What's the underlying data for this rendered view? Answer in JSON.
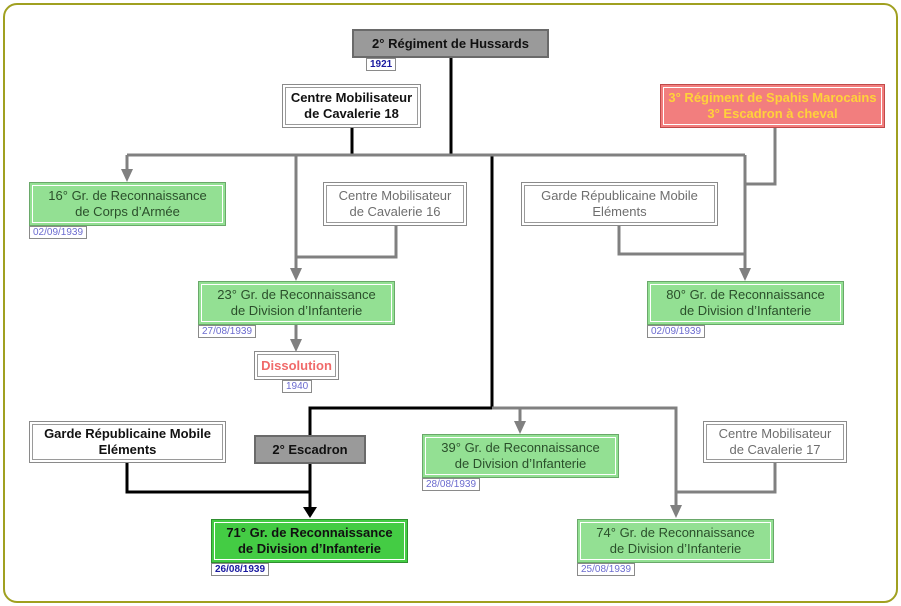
{
  "nodes": {
    "hussards": "2° Régiment de Hussards",
    "cmc18": [
      "Centre Mobilisateur",
      "de Cavalerie 18"
    ],
    "spahis": [
      "3° Régiment de Spahis Marocains",
      "3° Escadron à cheval"
    ],
    "gr16": [
      "16° Gr. de Reconnaissance",
      "de Corps d’Armée"
    ],
    "cmc16": [
      "Centre Mobilisateur",
      "de Cavalerie 16"
    ],
    "grm_a": [
      "Garde Républicaine Mobile",
      "Eléments"
    ],
    "gr23": [
      "23° Gr. de Reconnaissance",
      "de Division d’Infanterie"
    ],
    "gr80": [
      "80° Gr. de Reconnaissance",
      "de Division d’Infanterie"
    ],
    "dissolution": "Dissolution",
    "grm_b": [
      "Garde Républicaine Mobile",
      "Eléments"
    ],
    "escadron": "2° Escadron",
    "gr39": [
      "39° Gr. de Reconnaissance",
      "de Division d’Infanterie"
    ],
    "cmc17": [
      "Centre Mobilisateur",
      "de Cavalerie 17"
    ],
    "gr71": [
      "71° Gr. de Reconnaissance",
      "de Division d’Infanterie"
    ],
    "gr74": [
      "74° Gr. de Reconnaissance",
      "de Division d’Infanterie"
    ]
  },
  "dates": {
    "hussards": "1921",
    "gr16": "02/09/1939",
    "gr23": "27/08/1939",
    "gr80": "02/09/1939",
    "dissolution": "1940",
    "gr39": "28/08/1939",
    "gr71": "26/08/1939",
    "gr74": "25/08/1939"
  },
  "colors": {
    "frame": "#a0a020",
    "main_line": "#000000",
    "branch_line": "#808080",
    "green_box": "#93e093",
    "highlight_box": "#44cc44",
    "grey_box": "#9a9a9a",
    "red_box": "#f27e7e"
  }
}
